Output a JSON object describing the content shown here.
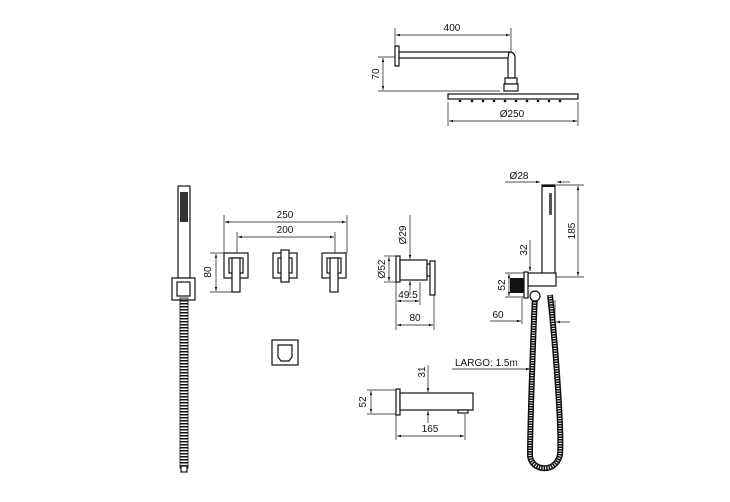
{
  "rain_shower": {
    "arm_length": "400",
    "arm_height": "70",
    "head_diameter": "Ø250"
  },
  "valves": {
    "outer_spacing": "250",
    "inner_spacing": "200",
    "plate_height": "80"
  },
  "valve_side": {
    "stem_diameter": "Ø29",
    "plate_diameter": "Ø52",
    "handle_depth": "49.5",
    "total_depth": "80"
  },
  "hand_shower_kit": {
    "handle_diameter": "Ø28",
    "handle_length": "185",
    "holder_offset": "32",
    "outlet_diameter": "52",
    "outlet_depth": "60",
    "hose_label": "LARGO: 1.5m"
  },
  "spout": {
    "height": "52",
    "spout_diameter": "31",
    "length": "165"
  }
}
